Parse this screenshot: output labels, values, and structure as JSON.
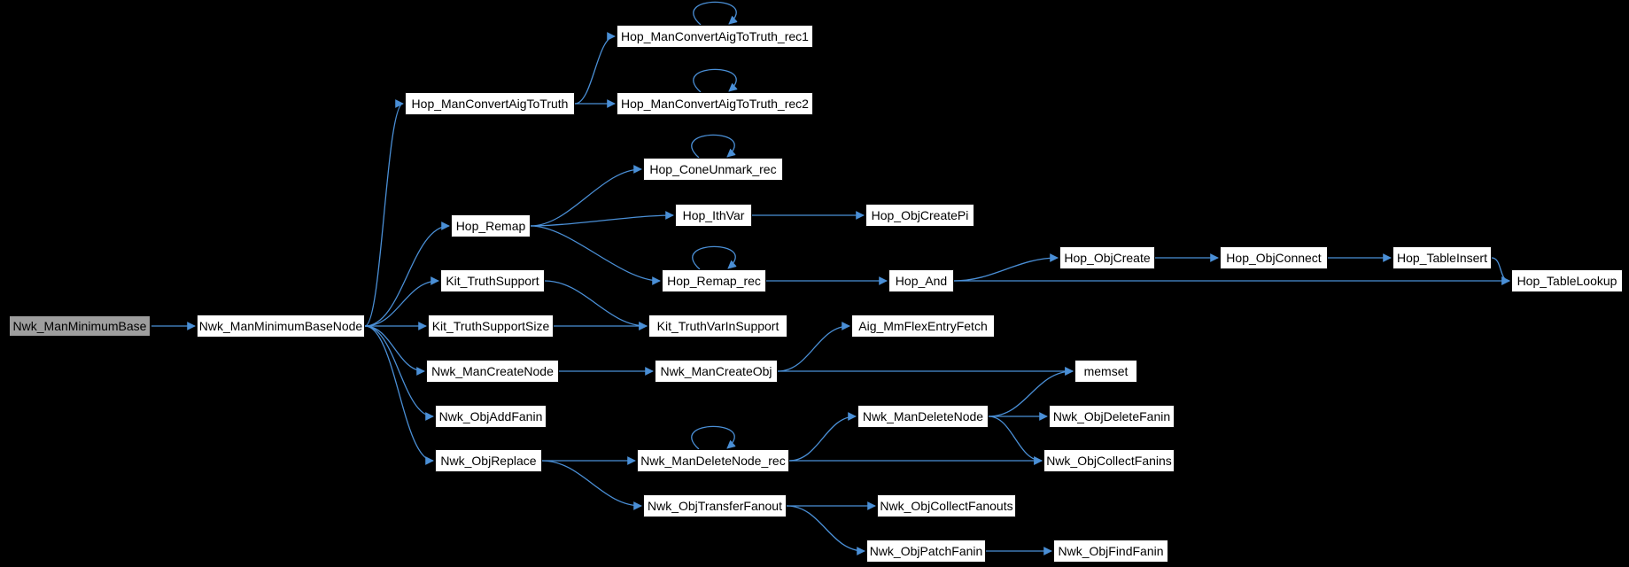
{
  "diagram": {
    "type": "call-graph",
    "colors": {
      "background": "#000000",
      "node_fill": "#ffffff",
      "node_highlight_fill": "#9e9e9e",
      "node_border": "#0a0a0a",
      "node_text": "#000000",
      "edge": "#4a8fd6"
    },
    "nodes": [
      {
        "id": "Nwk_ManMinimumBase",
        "label": "Nwk_ManMinimumBase",
        "highlighted": true
      },
      {
        "id": "Nwk_ManMinimumBaseNode",
        "label": "Nwk_ManMinimumBaseNode",
        "highlighted": false
      },
      {
        "id": "Hop_ManConvertAigToTruth",
        "label": "Hop_ManConvertAigToTruth",
        "highlighted": false
      },
      {
        "id": "Hop_ManConvertAigToTruth_rec1",
        "label": "Hop_ManConvertAigToTruth_rec1",
        "highlighted": false
      },
      {
        "id": "Hop_ManConvertAigToTruth_rec2",
        "label": "Hop_ManConvertAigToTruth_rec2",
        "highlighted": false
      },
      {
        "id": "Hop_ConeUnmark_rec",
        "label": "Hop_ConeUnmark_rec",
        "highlighted": false
      },
      {
        "id": "Hop_Remap",
        "label": "Hop_Remap",
        "highlighted": false
      },
      {
        "id": "Hop_IthVar",
        "label": "Hop_IthVar",
        "highlighted": false
      },
      {
        "id": "Hop_ObjCreatePi",
        "label": "Hop_ObjCreatePi",
        "highlighted": false
      },
      {
        "id": "Hop_Remap_rec",
        "label": "Hop_Remap_rec",
        "highlighted": false
      },
      {
        "id": "Hop_And",
        "label": "Hop_And",
        "highlighted": false
      },
      {
        "id": "Hop_ObjCreate",
        "label": "Hop_ObjCreate",
        "highlighted": false
      },
      {
        "id": "Hop_ObjConnect",
        "label": "Hop_ObjConnect",
        "highlighted": false
      },
      {
        "id": "Hop_TableInsert",
        "label": "Hop_TableInsert",
        "highlighted": false
      },
      {
        "id": "Hop_TableLookup",
        "label": "Hop_TableLookup",
        "highlighted": false
      },
      {
        "id": "Kit_TruthSupport",
        "label": "Kit_TruthSupport",
        "highlighted": false
      },
      {
        "id": "Kit_TruthSupportSize",
        "label": "Kit_TruthSupportSize",
        "highlighted": false
      },
      {
        "id": "Kit_TruthVarInSupport",
        "label": "Kit_TruthVarInSupport",
        "highlighted": false
      },
      {
        "id": "Nwk_ManCreateNode",
        "label": "Nwk_ManCreateNode",
        "highlighted": false
      },
      {
        "id": "Nwk_ManCreateObj",
        "label": "Nwk_ManCreateObj",
        "highlighted": false
      },
      {
        "id": "Aig_MmFlexEntryFetch",
        "label": "Aig_MmFlexEntryFetch",
        "highlighted": false
      },
      {
        "id": "memset",
        "label": "memset",
        "highlighted": false
      },
      {
        "id": "Nwk_ObjAddFanin",
        "label": "Nwk_ObjAddFanin",
        "highlighted": false
      },
      {
        "id": "Nwk_ObjReplace",
        "label": "Nwk_ObjReplace",
        "highlighted": false
      },
      {
        "id": "Nwk_ManDeleteNode_rec",
        "label": "Nwk_ManDeleteNode_rec",
        "highlighted": false
      },
      {
        "id": "Nwk_ManDeleteNode",
        "label": "Nwk_ManDeleteNode",
        "highlighted": false
      },
      {
        "id": "Nwk_ObjDeleteFanin",
        "label": "Nwk_ObjDeleteFanin",
        "highlighted": false
      },
      {
        "id": "Nwk_ObjCollectFanins",
        "label": "Nwk_ObjCollectFanins",
        "highlighted": false
      },
      {
        "id": "Nwk_ObjTransferFanout",
        "label": "Nwk_ObjTransferFanout",
        "highlighted": false
      },
      {
        "id": "Nwk_ObjCollectFanouts",
        "label": "Nwk_ObjCollectFanouts",
        "highlighted": false
      },
      {
        "id": "Nwk_ObjPatchFanin",
        "label": "Nwk_ObjPatchFanin",
        "highlighted": false
      },
      {
        "id": "Nwk_ObjFindFanin",
        "label": "Nwk_ObjFindFanin",
        "highlighted": false
      }
    ],
    "edges": [
      {
        "from": "Nwk_ManMinimumBase",
        "to": "Nwk_ManMinimumBaseNode"
      },
      {
        "from": "Nwk_ManMinimumBaseNode",
        "to": "Hop_ManConvertAigToTruth"
      },
      {
        "from": "Nwk_ManMinimumBaseNode",
        "to": "Hop_Remap"
      },
      {
        "from": "Nwk_ManMinimumBaseNode",
        "to": "Kit_TruthSupport"
      },
      {
        "from": "Nwk_ManMinimumBaseNode",
        "to": "Kit_TruthSupportSize"
      },
      {
        "from": "Nwk_ManMinimumBaseNode",
        "to": "Nwk_ManCreateNode"
      },
      {
        "from": "Nwk_ManMinimumBaseNode",
        "to": "Nwk_ObjAddFanin"
      },
      {
        "from": "Nwk_ManMinimumBaseNode",
        "to": "Nwk_ObjReplace"
      },
      {
        "from": "Hop_ManConvertAigToTruth",
        "to": "Hop_ManConvertAigToTruth_rec1"
      },
      {
        "from": "Hop_ManConvertAigToTruth",
        "to": "Hop_ManConvertAigToTruth_rec2"
      },
      {
        "from": "Hop_Remap",
        "to": "Hop_ConeUnmark_rec"
      },
      {
        "from": "Hop_Remap",
        "to": "Hop_IthVar"
      },
      {
        "from": "Hop_Remap",
        "to": "Hop_Remap_rec"
      },
      {
        "from": "Hop_IthVar",
        "to": "Hop_ObjCreatePi"
      },
      {
        "from": "Hop_Remap_rec",
        "to": "Hop_And"
      },
      {
        "from": "Hop_And",
        "to": "Hop_ObjCreate"
      },
      {
        "from": "Hop_And",
        "to": "Hop_TableLookup"
      },
      {
        "from": "Hop_ObjCreate",
        "to": "Hop_ObjConnect"
      },
      {
        "from": "Hop_ObjConnect",
        "to": "Hop_TableInsert"
      },
      {
        "from": "Hop_TableInsert",
        "to": "Hop_TableLookup"
      },
      {
        "from": "Kit_TruthSupport",
        "to": "Kit_TruthVarInSupport"
      },
      {
        "from": "Kit_TruthSupportSize",
        "to": "Kit_TruthVarInSupport"
      },
      {
        "from": "Nwk_ManCreateNode",
        "to": "Nwk_ManCreateObj"
      },
      {
        "from": "Nwk_ManCreateObj",
        "to": "Aig_MmFlexEntryFetch"
      },
      {
        "from": "Nwk_ManCreateObj",
        "to": "memset"
      },
      {
        "from": "Nwk_ObjReplace",
        "to": "Nwk_ManDeleteNode_rec"
      },
      {
        "from": "Nwk_ObjReplace",
        "to": "Nwk_ObjTransferFanout"
      },
      {
        "from": "Nwk_ManDeleteNode_rec",
        "to": "Nwk_ManDeleteNode"
      },
      {
        "from": "Nwk_ManDeleteNode_rec",
        "to": "Nwk_ObjCollectFanins"
      },
      {
        "from": "Nwk_ManDeleteNode",
        "to": "memset"
      },
      {
        "from": "Nwk_ManDeleteNode",
        "to": "Nwk_ObjDeleteFanin"
      },
      {
        "from": "Nwk_ManDeleteNode",
        "to": "Nwk_ObjCollectFanins"
      },
      {
        "from": "Nwk_ObjTransferFanout",
        "to": "Nwk_ObjCollectFanouts"
      },
      {
        "from": "Nwk_ObjTransferFanout",
        "to": "Nwk_ObjPatchFanin"
      },
      {
        "from": "Nwk_ObjPatchFanin",
        "to": "Nwk_ObjFindFanin"
      }
    ],
    "self_loops": [
      "Hop_ManConvertAigToTruth_rec1",
      "Hop_ManConvertAigToTruth_rec2",
      "Hop_ConeUnmark_rec",
      "Hop_Remap_rec",
      "Nwk_ManDeleteNode_rec"
    ]
  }
}
